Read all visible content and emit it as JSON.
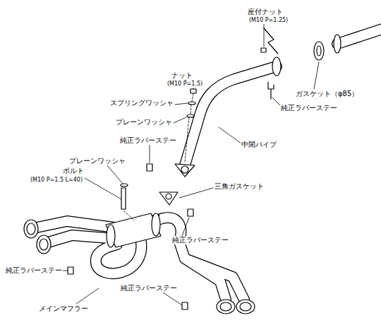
{
  "diagram": {
    "labels": [
      "座付ナット",
      "(M10 P=1.25)",
      "ガスケット（φ85）",
      "純正ラバーステー",
      "中間パイプ",
      "ナット",
      "(M10 P=1.5)",
      "スプリングワッシャ",
      "プレーンワッシャ",
      "純正ラバーステー",
      "プレーンワッシャ",
      "ボルト",
      "(M10 P=1.5 L=40)",
      "三角ガスケット",
      "純正ラバーステー",
      "純正ラバーステー",
      "メインマフラー",
      "純正ラバーステー"
    ]
  }
}
